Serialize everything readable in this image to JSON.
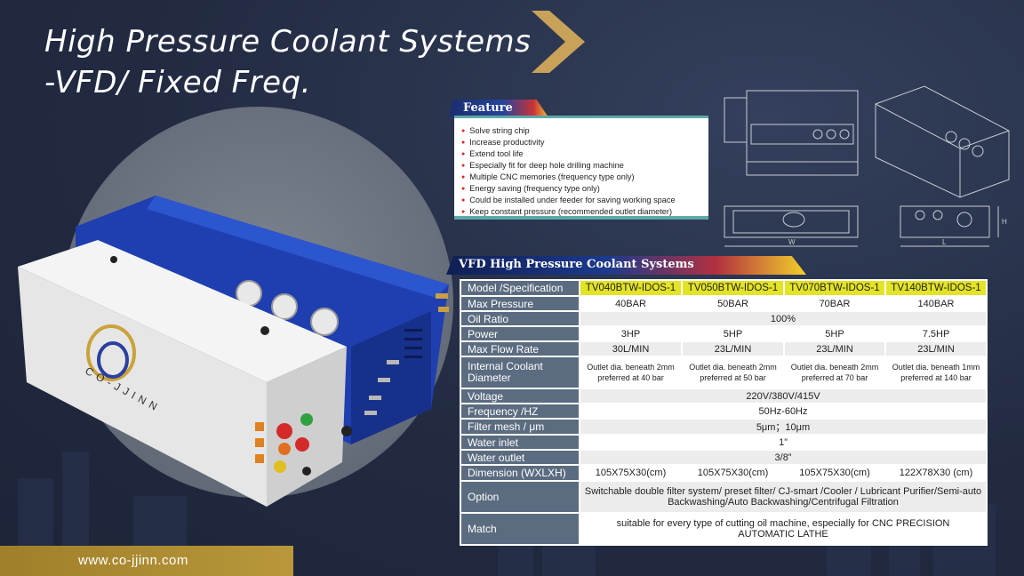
{
  "title": {
    "line1": "High Pressure Coolant Systems",
    "line2": "-VFD/ Fixed Freq."
  },
  "feature": {
    "heading": "Feature",
    "items": [
      "Solve string chip",
      "Increase productivity",
      "Extend tool life",
      "Especially fit for deep hole drilling machine",
      "Multiple CNC memories (frequency type only)",
      "Energy saving (frequency type only)",
      "Could be installed under feeder for saving working space",
      "Keep constant pressure (recommended outlet diameter)"
    ]
  },
  "spec": {
    "heading": "VFD High Pressure Coolant Systems",
    "header_label": "Model /Specification",
    "models": [
      "TV040BTW-IDOS-1",
      "TV050BTW-IDOS-1",
      "TV070BTW-IDOS-1",
      "TV140BTW-IDOS-1"
    ],
    "max_pressure": {
      "label": "Max Pressure",
      "values": [
        "40BAR",
        "50BAR",
        "70BAR",
        "140BAR"
      ]
    },
    "oil_ratio": {
      "label": "Oil Ratio",
      "value": "100%"
    },
    "power": {
      "label": "Power",
      "values": [
        "3HP",
        "5HP",
        "5HP",
        "7.5HP"
      ]
    },
    "max_flow": {
      "label": "Max Flow Rate",
      "values": [
        "30L/MIN",
        "23L/MIN",
        "23L/MIN",
        "23L/MIN"
      ]
    },
    "coolant_diameter": {
      "label": "Internal Coolant Diameter",
      "values": [
        "Outlet dia. beneath 2mm preferred at 40 bar",
        "Outlet dia. beneath 2mm preferred at 50 bar",
        "Outlet dia. beneath 2mm preferred at 70 bar",
        "Outlet dia. beneath 1mm preferred at 140 bar"
      ]
    },
    "voltage": {
      "label": "Voltage",
      "value": "220V/380V/415V"
    },
    "frequency": {
      "label": "Frequency /HZ",
      "value": "50Hz-60Hz"
    },
    "filter_mesh": {
      "label": "Filter mesh / μm",
      "value": "5μm；10μm"
    },
    "water_inlet": {
      "label": "Water inlet",
      "value": "1”"
    },
    "water_outlet": {
      "label": "Water outlet",
      "value": "3/8”"
    },
    "dimension": {
      "label": "Dimension (WXLXH)",
      "values": [
        "105X75X30(cm)",
        "105X75X30(cm)",
        "105X75X30(cm)",
        "122X78X30 (cm)"
      ]
    },
    "option": {
      "label": "Option",
      "value": "Switchable double filter system/ preset filter/ CJ-smart /Cooler / Lubricant Purifier/Semi-auto Backwashing/Auto Backwashing/Centrifugal Filtration"
    },
    "match": {
      "label": "Match",
      "value": "suitable for every type of cutting oil machine, especially for CNC PRECISION AUTOMATIC LATHE"
    }
  },
  "website": "www.co-jjinn.com",
  "logo_text": "CO-JJINN",
  "drawing_labels": {
    "w": "W",
    "l": "L",
    "h": "H"
  },
  "colors": {
    "accent_gold": "#b9973a",
    "header_yellow": "#e3e327",
    "label_slate": "#5b6c80",
    "machine_blue": "#1f3fb0"
  }
}
